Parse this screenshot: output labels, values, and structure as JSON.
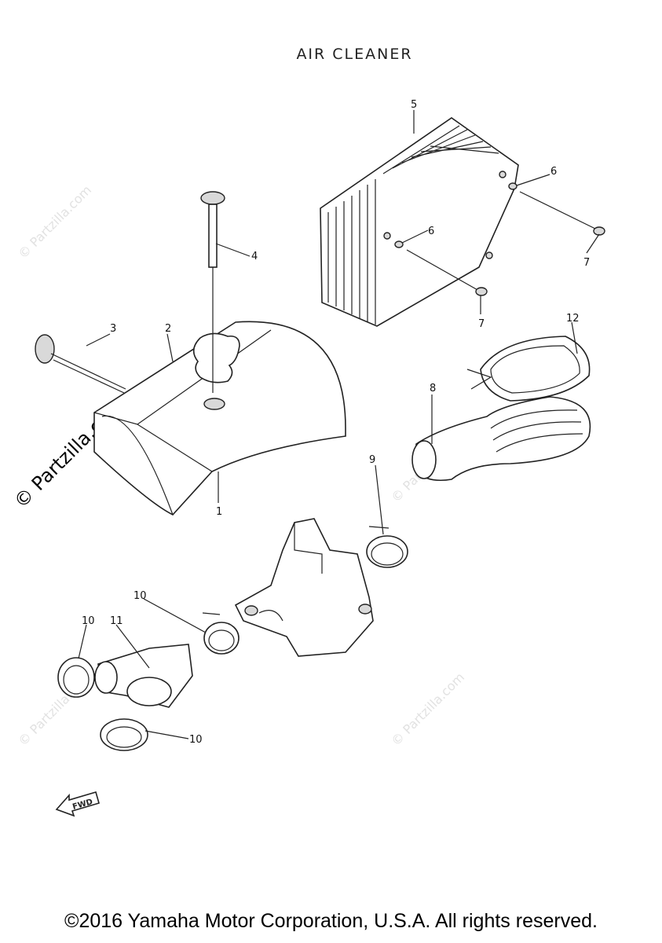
{
  "diagram": {
    "title": "AIR CLEANER",
    "callouts": [
      {
        "id": "c1",
        "label": "1"
      },
      {
        "id": "c2",
        "label": "2"
      },
      {
        "id": "c3",
        "label": "3"
      },
      {
        "id": "c4",
        "label": "4"
      },
      {
        "id": "c5",
        "label": "5"
      },
      {
        "id": "c6a",
        "label": "6"
      },
      {
        "id": "c6b",
        "label": "6"
      },
      {
        "id": "c7a",
        "label": "7"
      },
      {
        "id": "c7b",
        "label": "7"
      },
      {
        "id": "c8",
        "label": "8"
      },
      {
        "id": "c9",
        "label": "9"
      },
      {
        "id": "c10a",
        "label": "10"
      },
      {
        "id": "c10b",
        "label": "10"
      },
      {
        "id": "c10c",
        "label": "10"
      },
      {
        "id": "c11",
        "label": "11"
      },
      {
        "id": "c12",
        "label": "12"
      }
    ],
    "fwd_label": "FWD"
  },
  "watermark": {
    "text": "© Partzilla.com"
  },
  "footer": {
    "copyright": "©2016 Yamaha Motor Corporation, U.S.A. All rights reserved."
  }
}
